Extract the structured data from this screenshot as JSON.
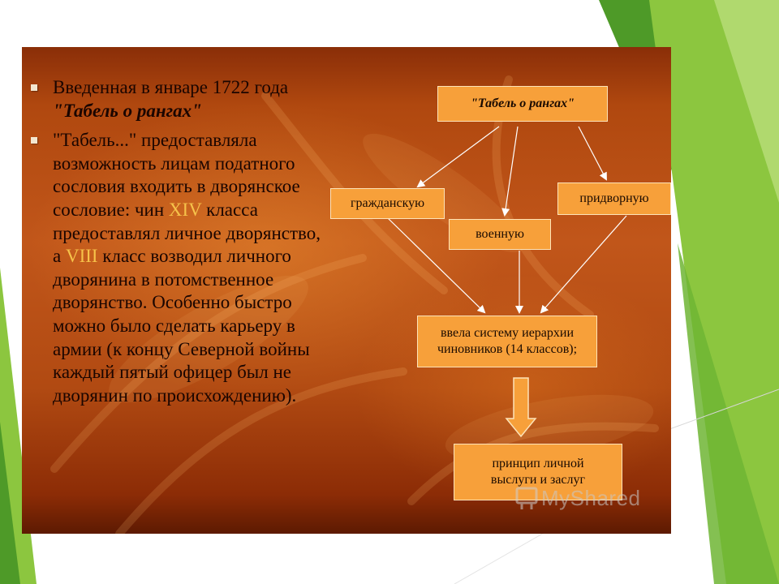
{
  "bullets": [
    {
      "text_a": "Введенная в январе 1722 года ",
      "text_b": "\"Табель о рангах\""
    },
    {
      "t1": "\"Табель...\" предоставляла возможность лицам податного сословия входить в дворянское сословие: чин ",
      "h1": "XIV",
      "t2": " класса предоставлял личное дворянство, а ",
      "h2": "VIII",
      "t3": " класс возводил личного дворянина в потомственное дворянство. Особенно быстро можно было сделать карьеру в армии (к концу Северной войны каждый пятый офицер был не дворянин по происхождению)."
    }
  ],
  "diagram": {
    "root": "\"Табель о рангах\"",
    "branch_civil": "гражданскую",
    "branch_military": "военную",
    "branch_court": "придворную",
    "system_line1": "ввела систему иерархии",
    "system_line2": "чиновников (14 классов);",
    "principle_line1": "принцип личной",
    "principle_line2": "выслуги и заслуг"
  },
  "watermark": {
    "text": "MyShared"
  },
  "colors": {
    "box_fill": "#f7a03a",
    "box_border": "#fde3b8",
    "highlight": "#f6c24a",
    "green_light": "#8cc63f",
    "green_dark": "#4e9a28"
  },
  "icons": [
    "square-bullet-icon",
    "down-arrow-icon",
    "watermark-logo-icon"
  ]
}
